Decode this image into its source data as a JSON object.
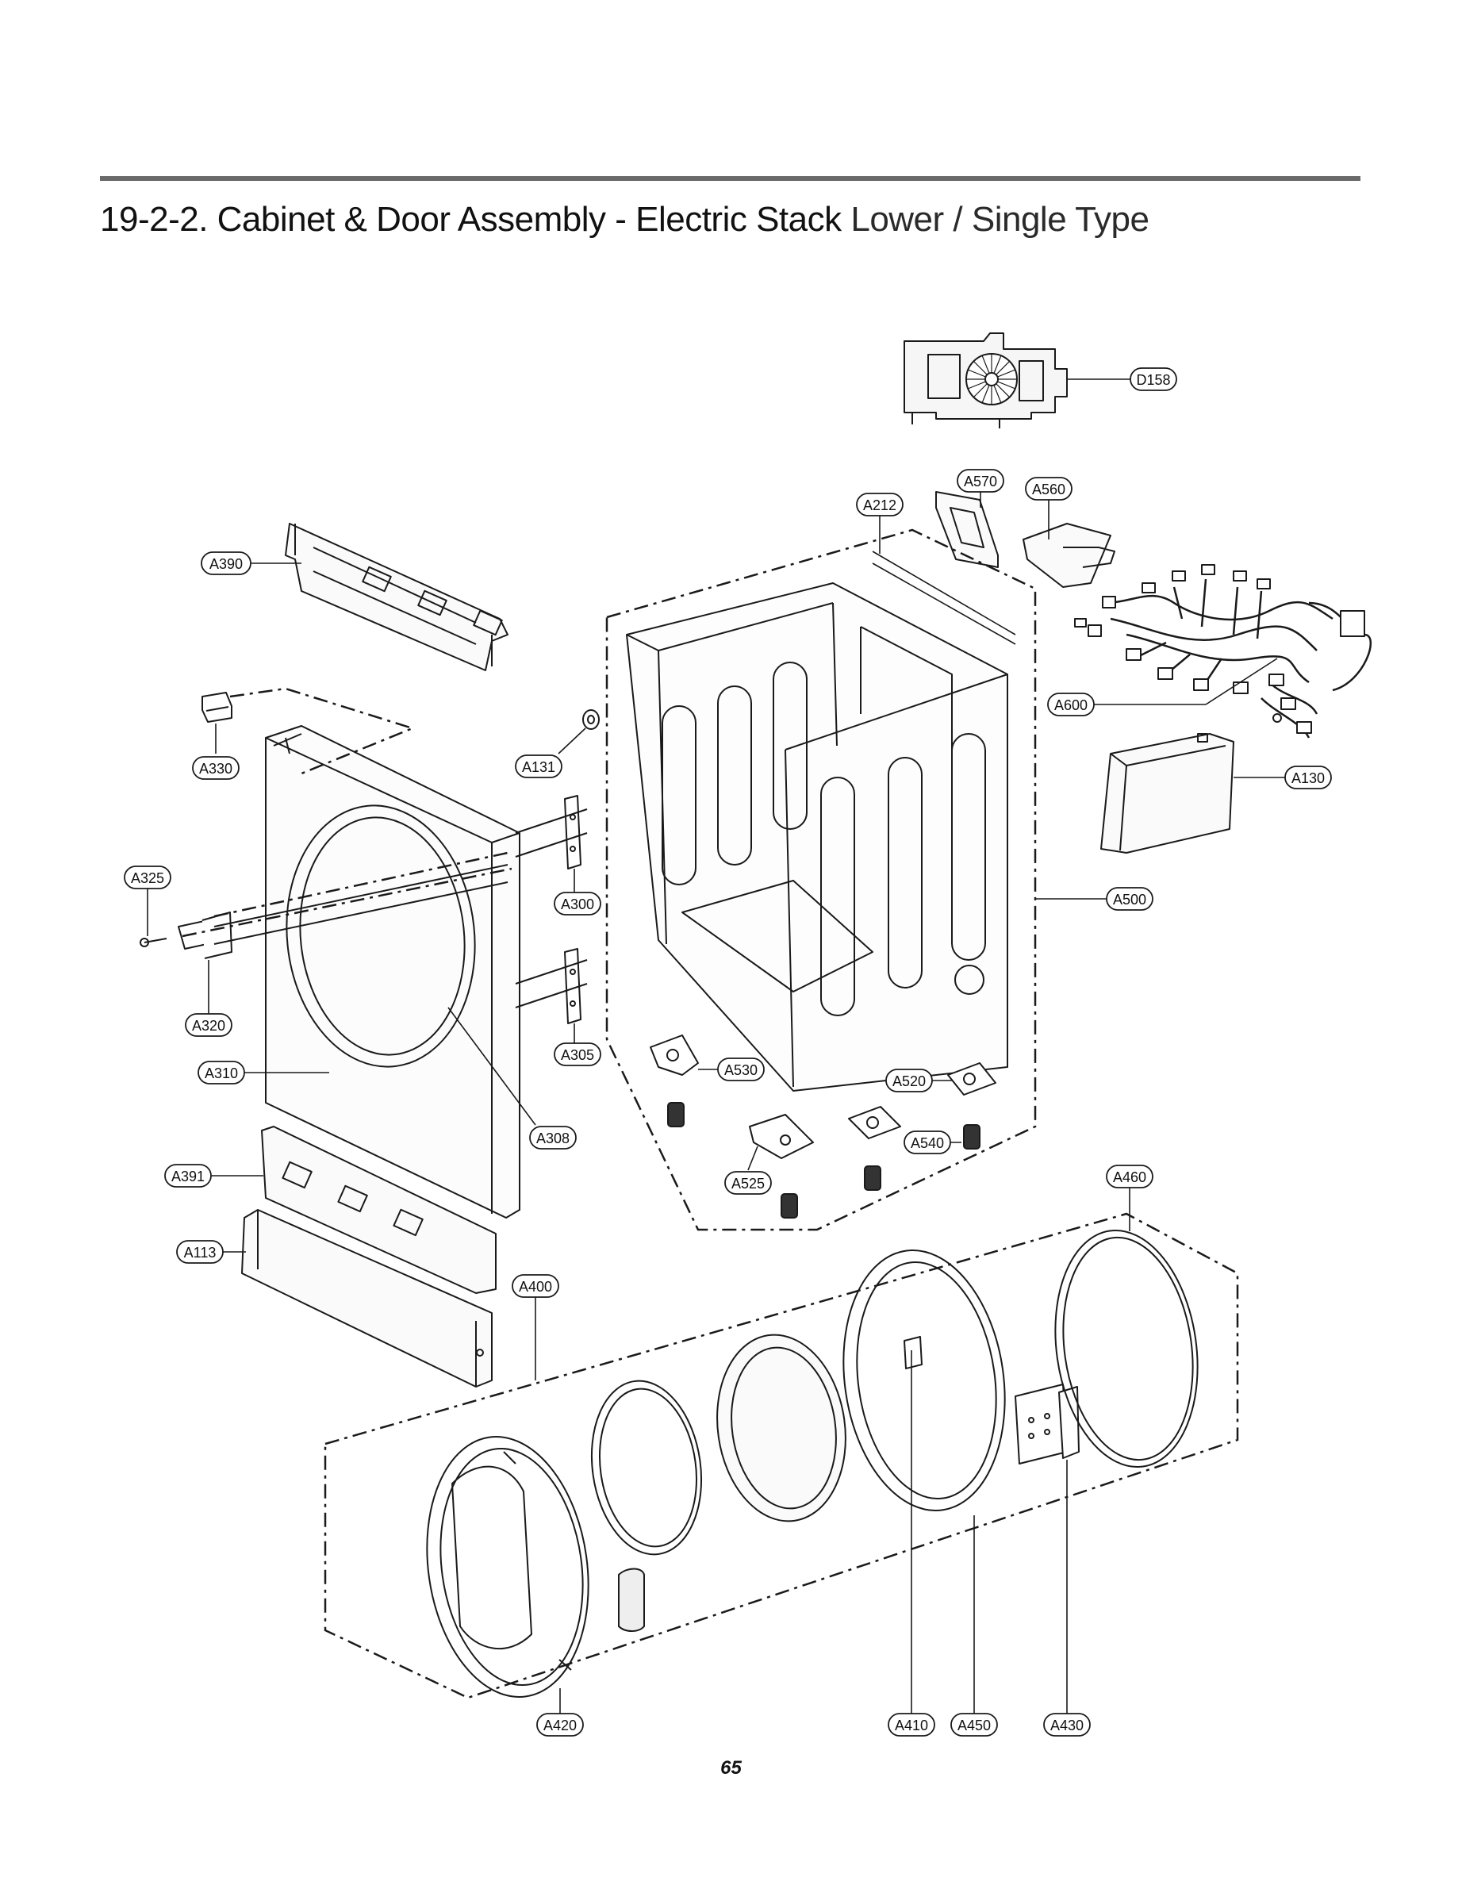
{
  "header": {
    "section_number": "19-2-2.",
    "title_main": "Cabinet & Door Assembly - Electric Stack",
    "title_suffix": "Lower / Single Type"
  },
  "parts": [
    {
      "id": "d158",
      "label": "D158"
    },
    {
      "id": "a570",
      "label": "A570"
    },
    {
      "id": "a560",
      "label": "A560"
    },
    {
      "id": "a212",
      "label": "A212"
    },
    {
      "id": "a390",
      "label": "A390"
    },
    {
      "id": "a600",
      "label": "A600"
    },
    {
      "id": "a330",
      "label": "A330"
    },
    {
      "id": "a131",
      "label": "A131"
    },
    {
      "id": "a130",
      "label": "A130"
    },
    {
      "id": "a325",
      "label": "A325"
    },
    {
      "id": "a300",
      "label": "A300"
    },
    {
      "id": "a500",
      "label": "A500"
    },
    {
      "id": "a320",
      "label": "A320"
    },
    {
      "id": "a305",
      "label": "A305"
    },
    {
      "id": "a310",
      "label": "A310"
    },
    {
      "id": "a530",
      "label": "A530"
    },
    {
      "id": "a520",
      "label": "A520"
    },
    {
      "id": "a308",
      "label": "A308"
    },
    {
      "id": "a540",
      "label": "A540"
    },
    {
      "id": "a391",
      "label": "A391"
    },
    {
      "id": "a525",
      "label": "A525"
    },
    {
      "id": "a460",
      "label": "A460"
    },
    {
      "id": "a113",
      "label": "A113"
    },
    {
      "id": "a400",
      "label": "A400"
    },
    {
      "id": "a420",
      "label": "A420"
    },
    {
      "id": "a410",
      "label": "A410"
    },
    {
      "id": "a450",
      "label": "A450"
    },
    {
      "id": "a430",
      "label": "A430"
    }
  ],
  "footer": {
    "page_number": "65"
  }
}
